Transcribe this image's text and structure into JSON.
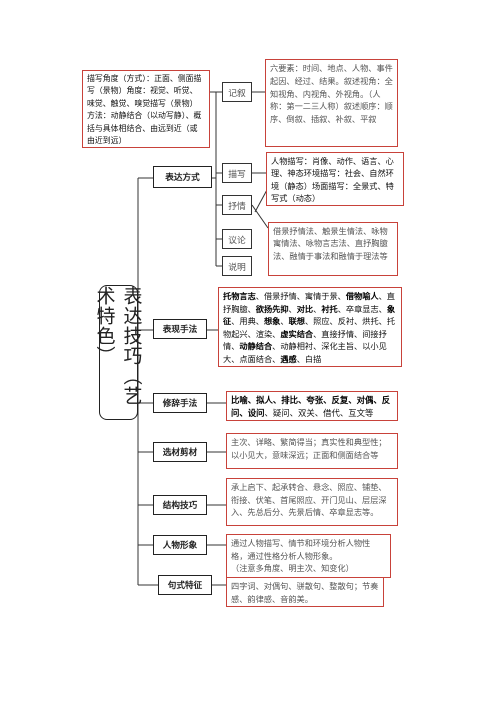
{
  "root": {
    "label": "表达技巧（艺术特色）"
  },
  "categories": {
    "expression": "表达方式",
    "technique": "表现手法",
    "rhetoric": "修辞手法",
    "material": "选材剪材",
    "structure": "结构技巧",
    "character": "人物形象",
    "sentence": "句式特征"
  },
  "expression_types": {
    "narration": "记叙",
    "description": "描写",
    "lyric": "抒情",
    "argument": "议论",
    "explanation": "说明"
  },
  "notes": {
    "description_angle": "描写角度（方式）：正面、侧面描写（景物）角度：视觉、听觉、味觉、触觉、嗅觉描写（景物）方法：动静结合（以动写静）、概括与具体相结合、由远到近（或由近到远）",
    "narration": "六要素：时间、地点、人物、事件起因、经过、结果。叙述视角：全知视角、内视角、外视角。（人称：第一二三人称）叙述顺序：顺序、倒叙、插叙、补叙、平叙",
    "description": "人物描写：肖像、动作、语言、心理、神态环境描写：社会、自然环境（静态）场面描写：全景式、特写式（动态）",
    "lyric": "借景抒情法、触景生情法、咏物寓情法、咏物言志法、直抒胸臆法、融情于事法和融情于理法等",
    "material": "主次、详略、繁简得当；真实性和典型性；以小见大，意味深远；正面和侧面结合等",
    "structure": "承上启下、起承转合、悬念、照应、铺垫、衔接、伏笔、首尾照应、开门见山、层层深入、先总后分、先景后情、卒章显志等。",
    "character_main": "通过人物描写、情节和环境分析人物性格，通过性格分析人物形象。",
    "character_note": "（注意多角度、明主次、知变化）",
    "sentence": "四字词、对偶句、骈散句、整散句；节奏感、韵律感、音韵美。"
  },
  "technique_items": [
    {
      "t": "托物言志",
      "b": true
    },
    {
      "t": "、借景抒情、寓情于景、",
      "b": false
    },
    {
      "t": "借物喻人",
      "b": true
    },
    {
      "t": "、直抒胸臆、",
      "b": false
    },
    {
      "t": "欲扬先抑",
      "b": true
    },
    {
      "t": "、",
      "b": false
    },
    {
      "t": "对比",
      "b": true
    },
    {
      "t": "、",
      "b": false
    },
    {
      "t": "衬托",
      "b": true
    },
    {
      "t": "、卒章显志、",
      "b": false
    },
    {
      "t": "象征",
      "b": true
    },
    {
      "t": "、用典、",
      "b": false
    },
    {
      "t": "想象",
      "b": true
    },
    {
      "t": "、",
      "b": false
    },
    {
      "t": "联想",
      "b": true
    },
    {
      "t": "、照应、反衬、烘托、托物起兴、渲染、",
      "b": false
    },
    {
      "t": "虚实结合",
      "b": true
    },
    {
      "t": "、直接抒情、间接抒情、",
      "b": false
    },
    {
      "t": "动静结合",
      "b": true
    },
    {
      "t": "、动静相衬、深化主旨、以小见大、点面结合、",
      "b": false
    },
    {
      "t": "遇感",
      "b": true
    },
    {
      "t": "、白描",
      "b": false
    }
  ],
  "rhetoric_items": [
    {
      "t": "比喻、拟人、排比、夸张、反复、对偶、反问、设问",
      "b": true
    },
    {
      "t": "、疑问、双关、借代、互文等",
      "b": false
    }
  ]
}
